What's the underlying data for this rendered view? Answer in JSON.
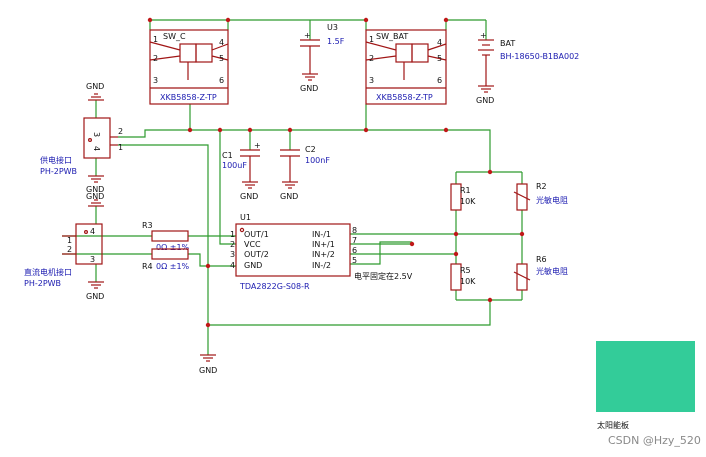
{
  "schematic": {
    "sw_c": {
      "ref": "SW_C",
      "part": "XKB5858-Z-TP",
      "pins": [
        "1",
        "2",
        "3",
        "4",
        "5",
        "6"
      ]
    },
    "sw_bat": {
      "ref": "SW_BAT",
      "part": "XKB5858-Z-TP",
      "pins": [
        "1",
        "2",
        "3",
        "4",
        "5",
        "6"
      ]
    },
    "u3": {
      "ref": "U3",
      "value": "1.5F"
    },
    "bat": {
      "ref": "BAT",
      "part": "BH-18650-B1BA002"
    },
    "gnd": "GND",
    "power_conn": {
      "name": "供电接口",
      "part": "PH-2PWB",
      "pins": [
        "1",
        "2",
        "3",
        "4"
      ]
    },
    "motor_conn": {
      "name": "直流电机接口",
      "part": "PH-2PWB",
      "pins": [
        "1",
        "2",
        "3",
        "4"
      ]
    },
    "c1": {
      "ref": "C1",
      "value": "100uF"
    },
    "c2": {
      "ref": "C2",
      "value": "100nF"
    },
    "r3": {
      "ref": "R3",
      "value": "0Ω ±1%"
    },
    "r4": {
      "ref": "R4",
      "value": "0Ω ±1%"
    },
    "u1": {
      "ref": "U1",
      "part": "TDA2822G-S08-R",
      "left_pins": [
        {
          "num": "1",
          "name": "OUT/1"
        },
        {
          "num": "2",
          "name": "VCC"
        },
        {
          "num": "3",
          "name": "OUT/2"
        },
        {
          "num": "4",
          "name": "GND"
        }
      ],
      "right_pins": [
        {
          "num": "8",
          "name": "IN-/1"
        },
        {
          "num": "7",
          "name": "IN+/1"
        },
        {
          "num": "6",
          "name": "IN+/2"
        },
        {
          "num": "5",
          "name": "IN-/2"
        }
      ]
    },
    "voltage_note": "电平固定在2.5V",
    "r1": {
      "ref": "R1",
      "value": "10K"
    },
    "r5": {
      "ref": "R5",
      "value": "10K"
    },
    "r2": {
      "ref": "R2",
      "value": "光敏电阻"
    },
    "r6": {
      "ref": "R6",
      "value": "光敏电阻"
    },
    "solar": {
      "label": "太阳能板",
      "color": "#33cc99"
    },
    "wire_color": "#2e9b2e",
    "component_color": "#a11616",
    "label_color": "#1b1bb0"
  },
  "watermark": "CSDN @Hzy_520"
}
